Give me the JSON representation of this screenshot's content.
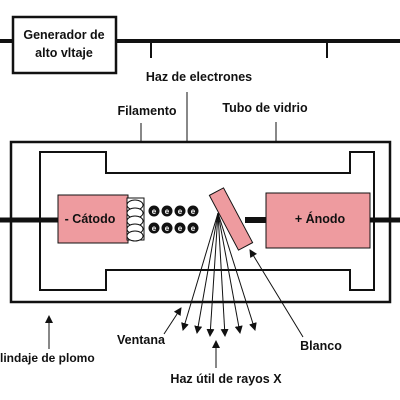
{
  "generator": {
    "line1": "Generador de",
    "line2": "alto vltaje"
  },
  "labels": {
    "electron_beam": "Haz de electrones",
    "filament": "Filamento",
    "glass_tube": "Tubo de vidrio",
    "cathode": "- Cátodo",
    "anode": "+ Ánodo",
    "window": "Ventana",
    "target": "Blanco",
    "shielding": "lindaje de plomo",
    "xray_beam": "Haz útil de rayos X"
  },
  "electrons": {
    "symbol": "e",
    "rows": 2,
    "per_row": 4
  },
  "colors": {
    "electrode_fill": "#ee9b9f",
    "line": "#111111",
    "background": "#ffffff"
  }
}
